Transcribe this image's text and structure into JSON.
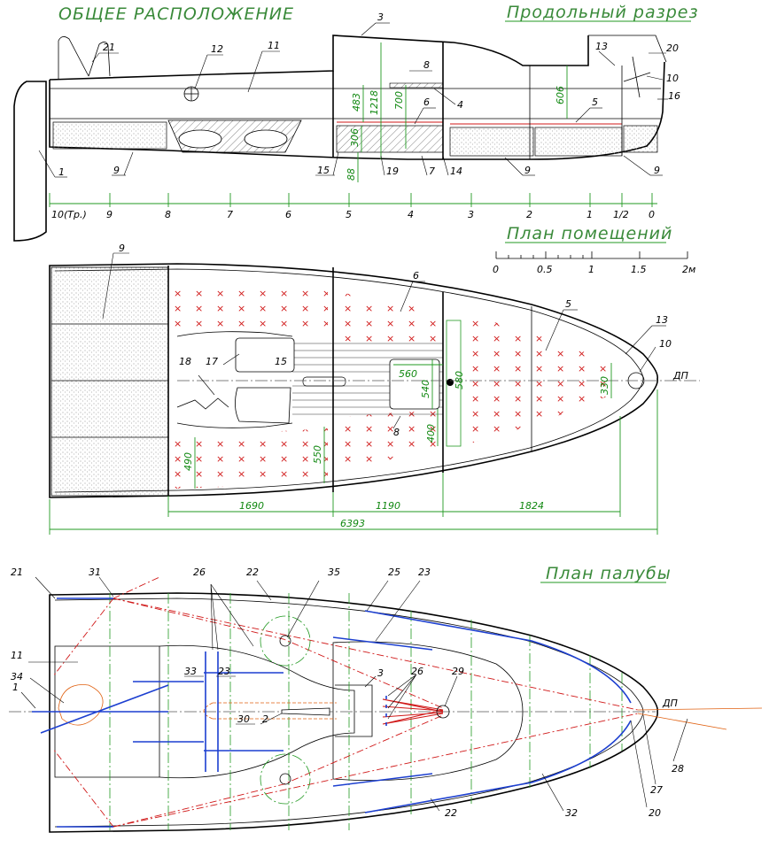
{
  "titles": {
    "general": "ОБЩЕЕ РАСПОЛОЖЕНИЕ",
    "section": "Продольный разрез",
    "accommodation": "План помещений",
    "deck": "План палубы"
  },
  "centerline_label": "ДП",
  "stations": [
    "10(Тр.)",
    "9",
    "8",
    "7",
    "6",
    "5",
    "4",
    "3",
    "2",
    "1",
    "1/2",
    "0"
  ],
  "scale_bar": {
    "labels": [
      "0",
      "0.5",
      "1",
      "1.5",
      "2м"
    ]
  },
  "section_callouts": [
    "21",
    "12",
    "11",
    "3",
    "8",
    "4",
    "6",
    "5",
    "13",
    "20",
    "10",
    "16",
    "1",
    "9",
    "15",
    "19",
    "7",
    "14",
    "9",
    "9"
  ],
  "section_dims": [
    "483",
    "1218",
    "700",
    "306",
    "88",
    "606"
  ],
  "plan_callouts": [
    "9",
    "6",
    "5",
    "13",
    "10",
    "18",
    "17",
    "15",
    "8"
  ],
  "plan_dims": [
    "560",
    "540",
    "400",
    "580",
    "330",
    "490",
    "550",
    "1690",
    "1190",
    "1824",
    "6393"
  ],
  "deck_callouts": [
    "21",
    "31",
    "26",
    "22",
    "35",
    "25",
    "23",
    "11",
    "34",
    "1",
    "33",
    "23",
    "30",
    "2",
    "3",
    "26",
    "29",
    "22",
    "32",
    "20",
    "27",
    "28"
  ],
  "colors": {
    "title_green": "#3a8a3a",
    "dimension_green": "#118811",
    "rigging_red": "#d01818",
    "fittings_blue": "#1c3fd0"
  }
}
